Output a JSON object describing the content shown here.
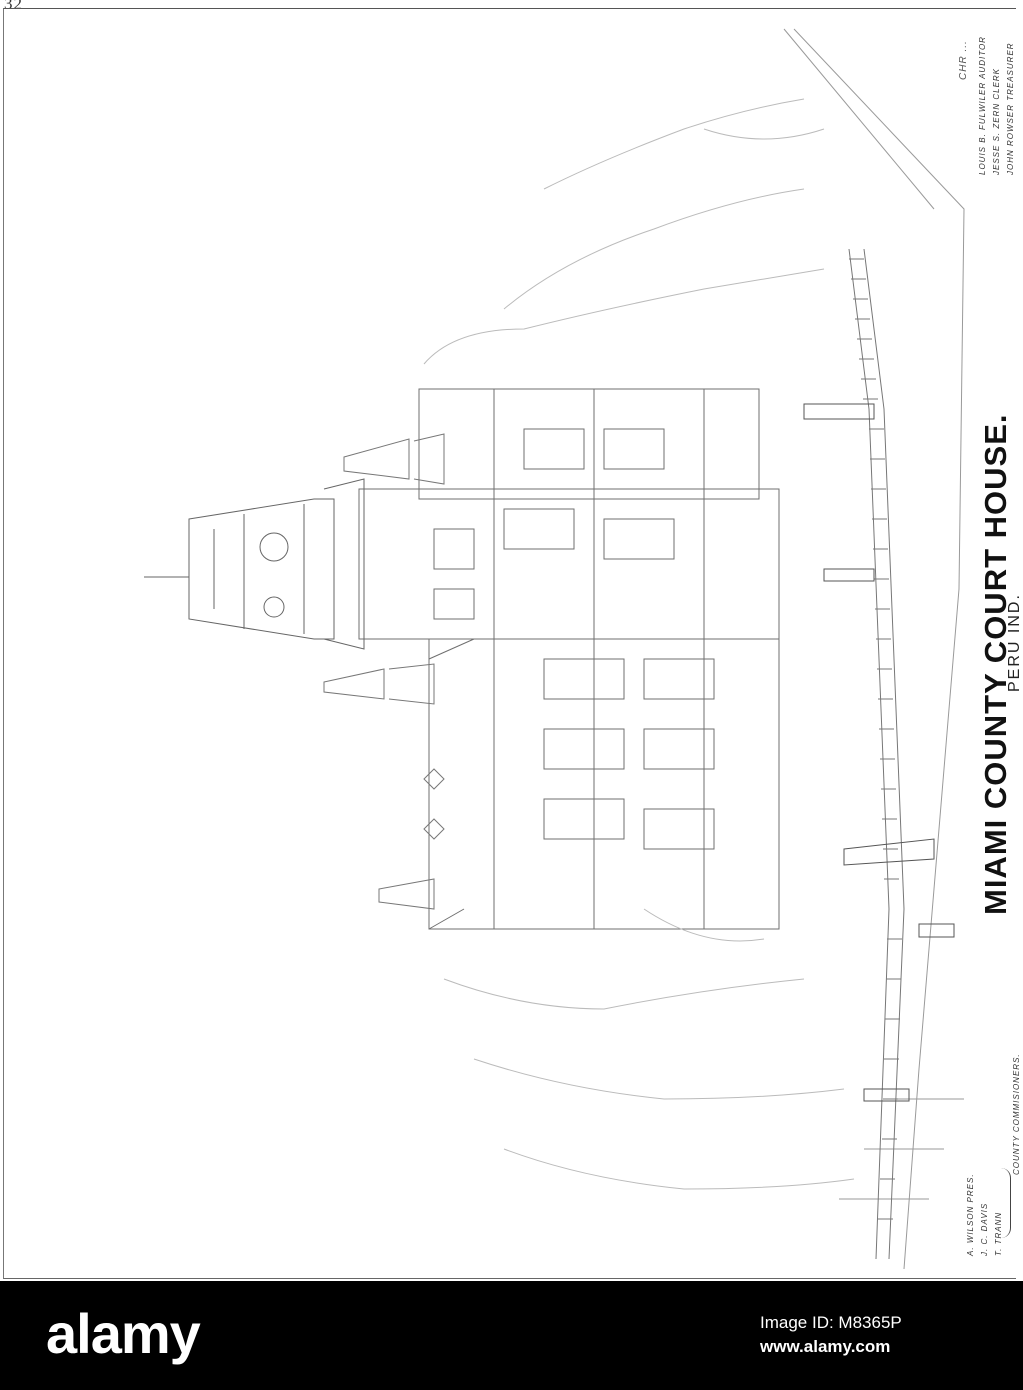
{
  "page_number": "32",
  "title": "MIAMI COUNTY COURT HOUSE.",
  "subtitle": "PERU IND.",
  "artist_signature": "CHR ...",
  "county_officials": [
    "LOUIS B. FULWILER  AUDITOR",
    "JESSE S. ZERN  CLERK",
    "JOHN ROWSER  TREASURER"
  ],
  "commissioners": {
    "names": [
      "A. WILSON  PRES.",
      "J. C. DAVIS",
      "T. TRANN"
    ],
    "label": "COUNTY COMMISIONERS."
  },
  "footer": {
    "brand": "alamy",
    "image_id_label": "Image ID: M8365P",
    "site": "www.alamy.com"
  }
}
